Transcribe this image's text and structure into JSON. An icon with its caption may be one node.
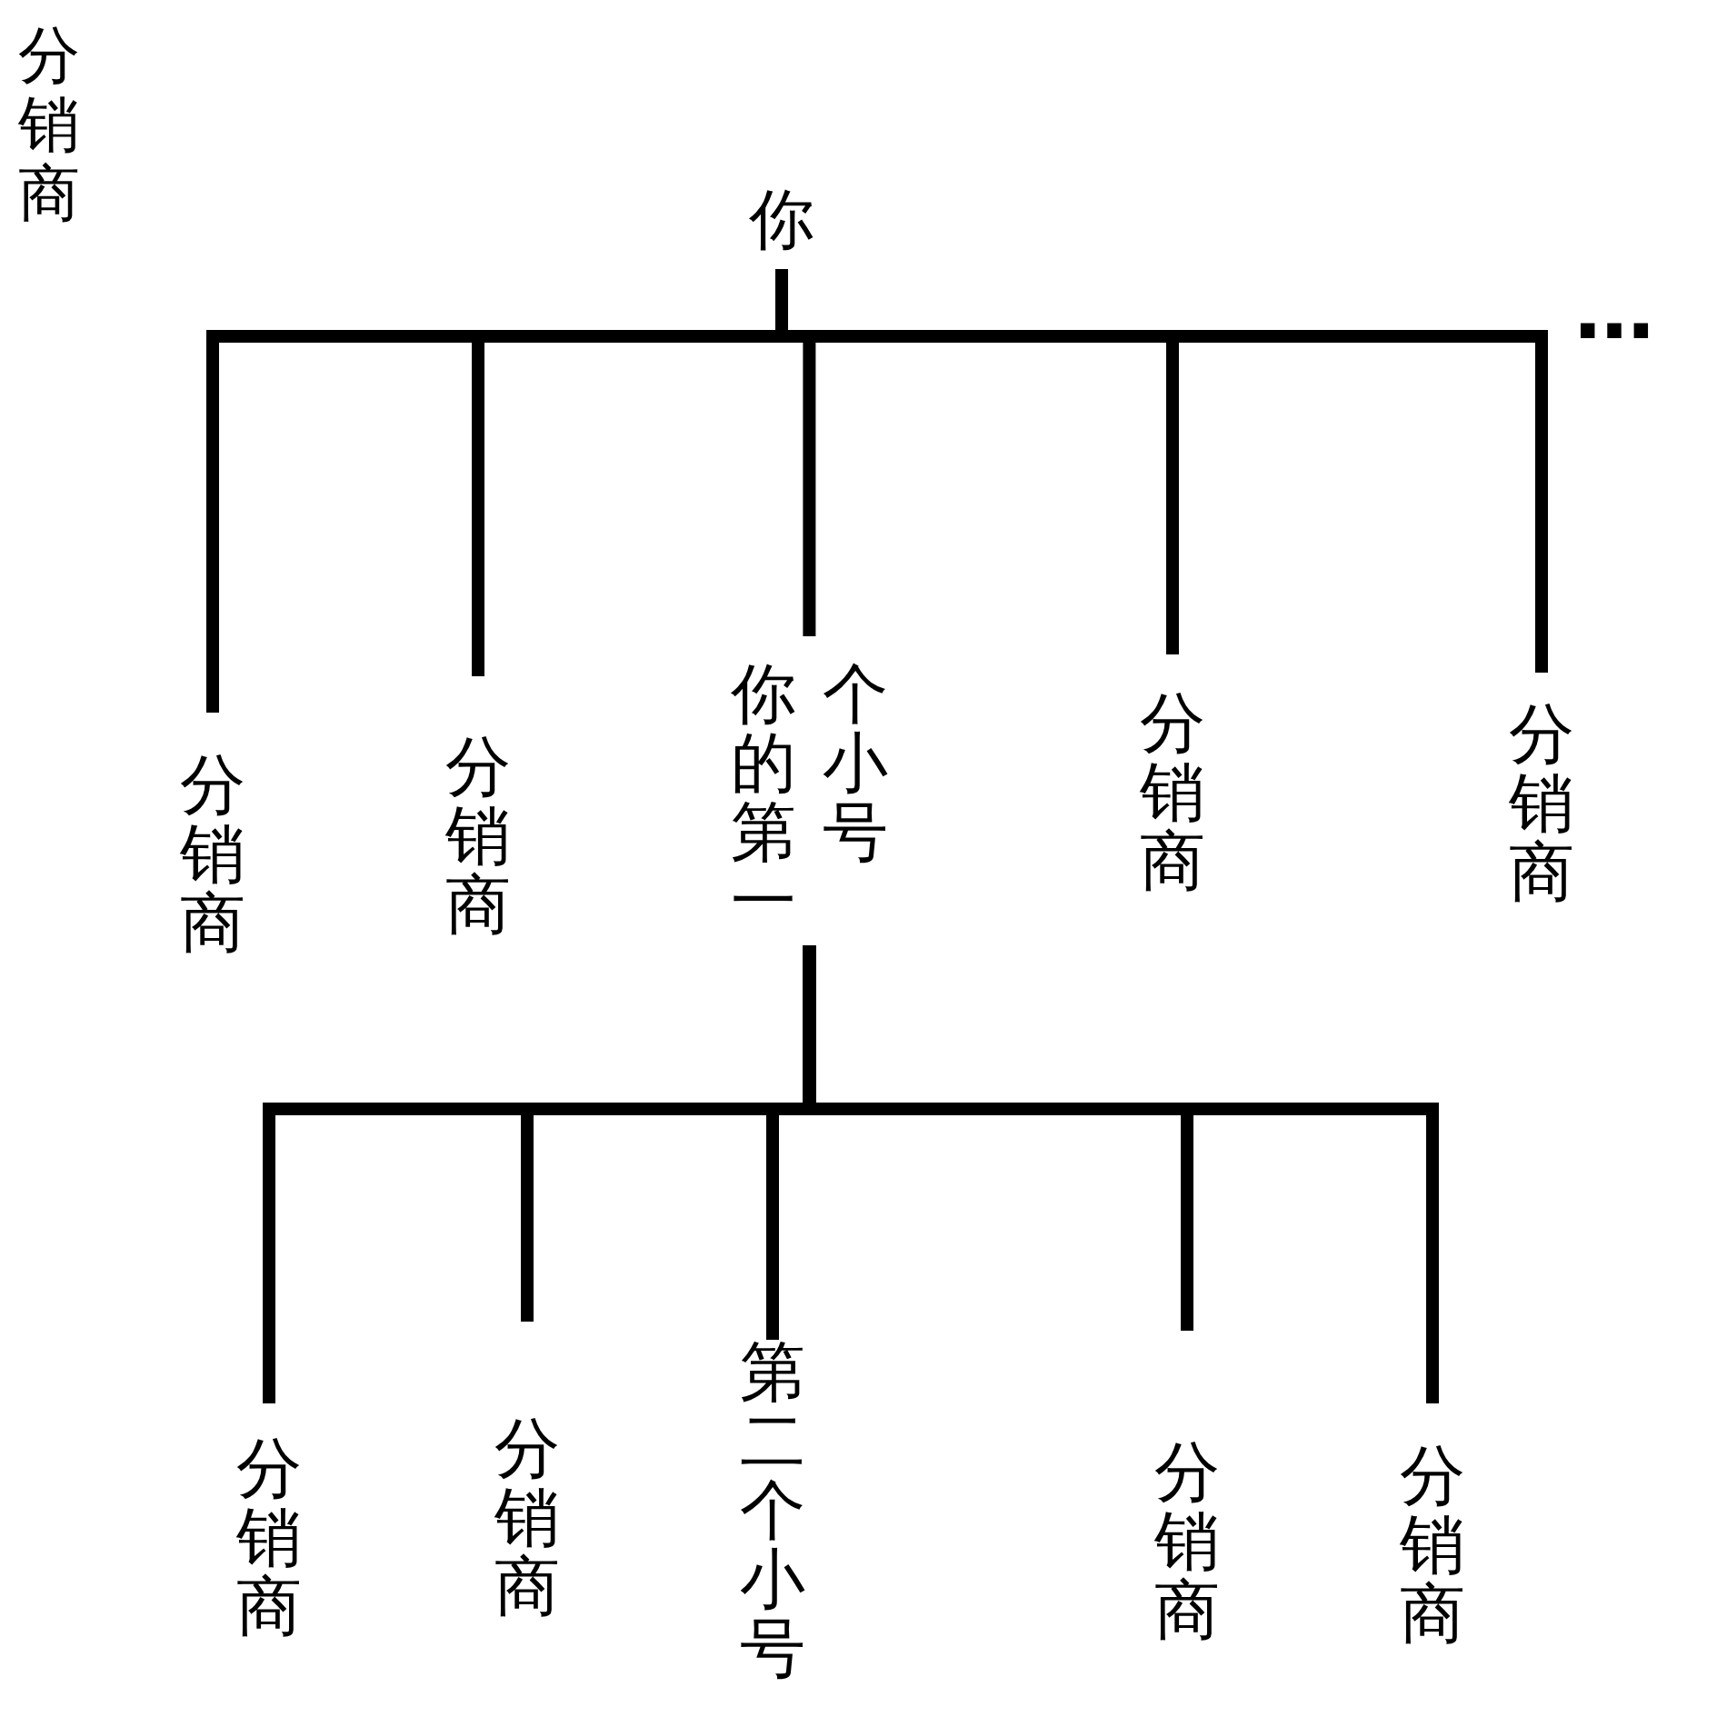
{
  "diagram": {
    "nodes": [
      {
        "text": [
          "你"
        ]
      },
      {
        "text": [
          "分销商"
        ]
      },
      {
        "text": [
          "分销商"
        ]
      },
      {
        "text": [
          "你的第一个小号"
        ]
      },
      {
        "text": [
          "分销商"
        ]
      },
      {
        "text": [
          "分销商"
        ]
      },
      {
        "text": [
          "分销商"
        ]
      },
      {
        "text": [
          "分销商"
        ]
      },
      {
        "text": [
          "第二个小号"
        ]
      },
      {
        "text": [
          "分销商"
        ]
      },
      {
        "text": [
          "分销商"
        ]
      }
    ],
    "edges": [
      {
        "from": 0,
        "to": 1,
        "arrow": "none"
      },
      {
        "from": 0,
        "to": 2,
        "arrow": "none"
      },
      {
        "from": 0,
        "to": 3,
        "arrow": "none"
      },
      {
        "from": 0,
        "to": 4,
        "arrow": "none"
      },
      {
        "from": 0,
        "to": 5,
        "arrow": "none"
      },
      {
        "from": 3,
        "to": 6,
        "arrow": "none"
      },
      {
        "from": 3,
        "to": 7,
        "arrow": "none"
      },
      {
        "from": 3,
        "to": 8,
        "arrow": "none"
      },
      {
        "from": 3,
        "to": 9,
        "arrow": "none"
      },
      {
        "from": 3,
        "to": 10,
        "arrow": "none"
      }
    ],
    "labels": [
      "分销商",
      "…"
    ]
  }
}
